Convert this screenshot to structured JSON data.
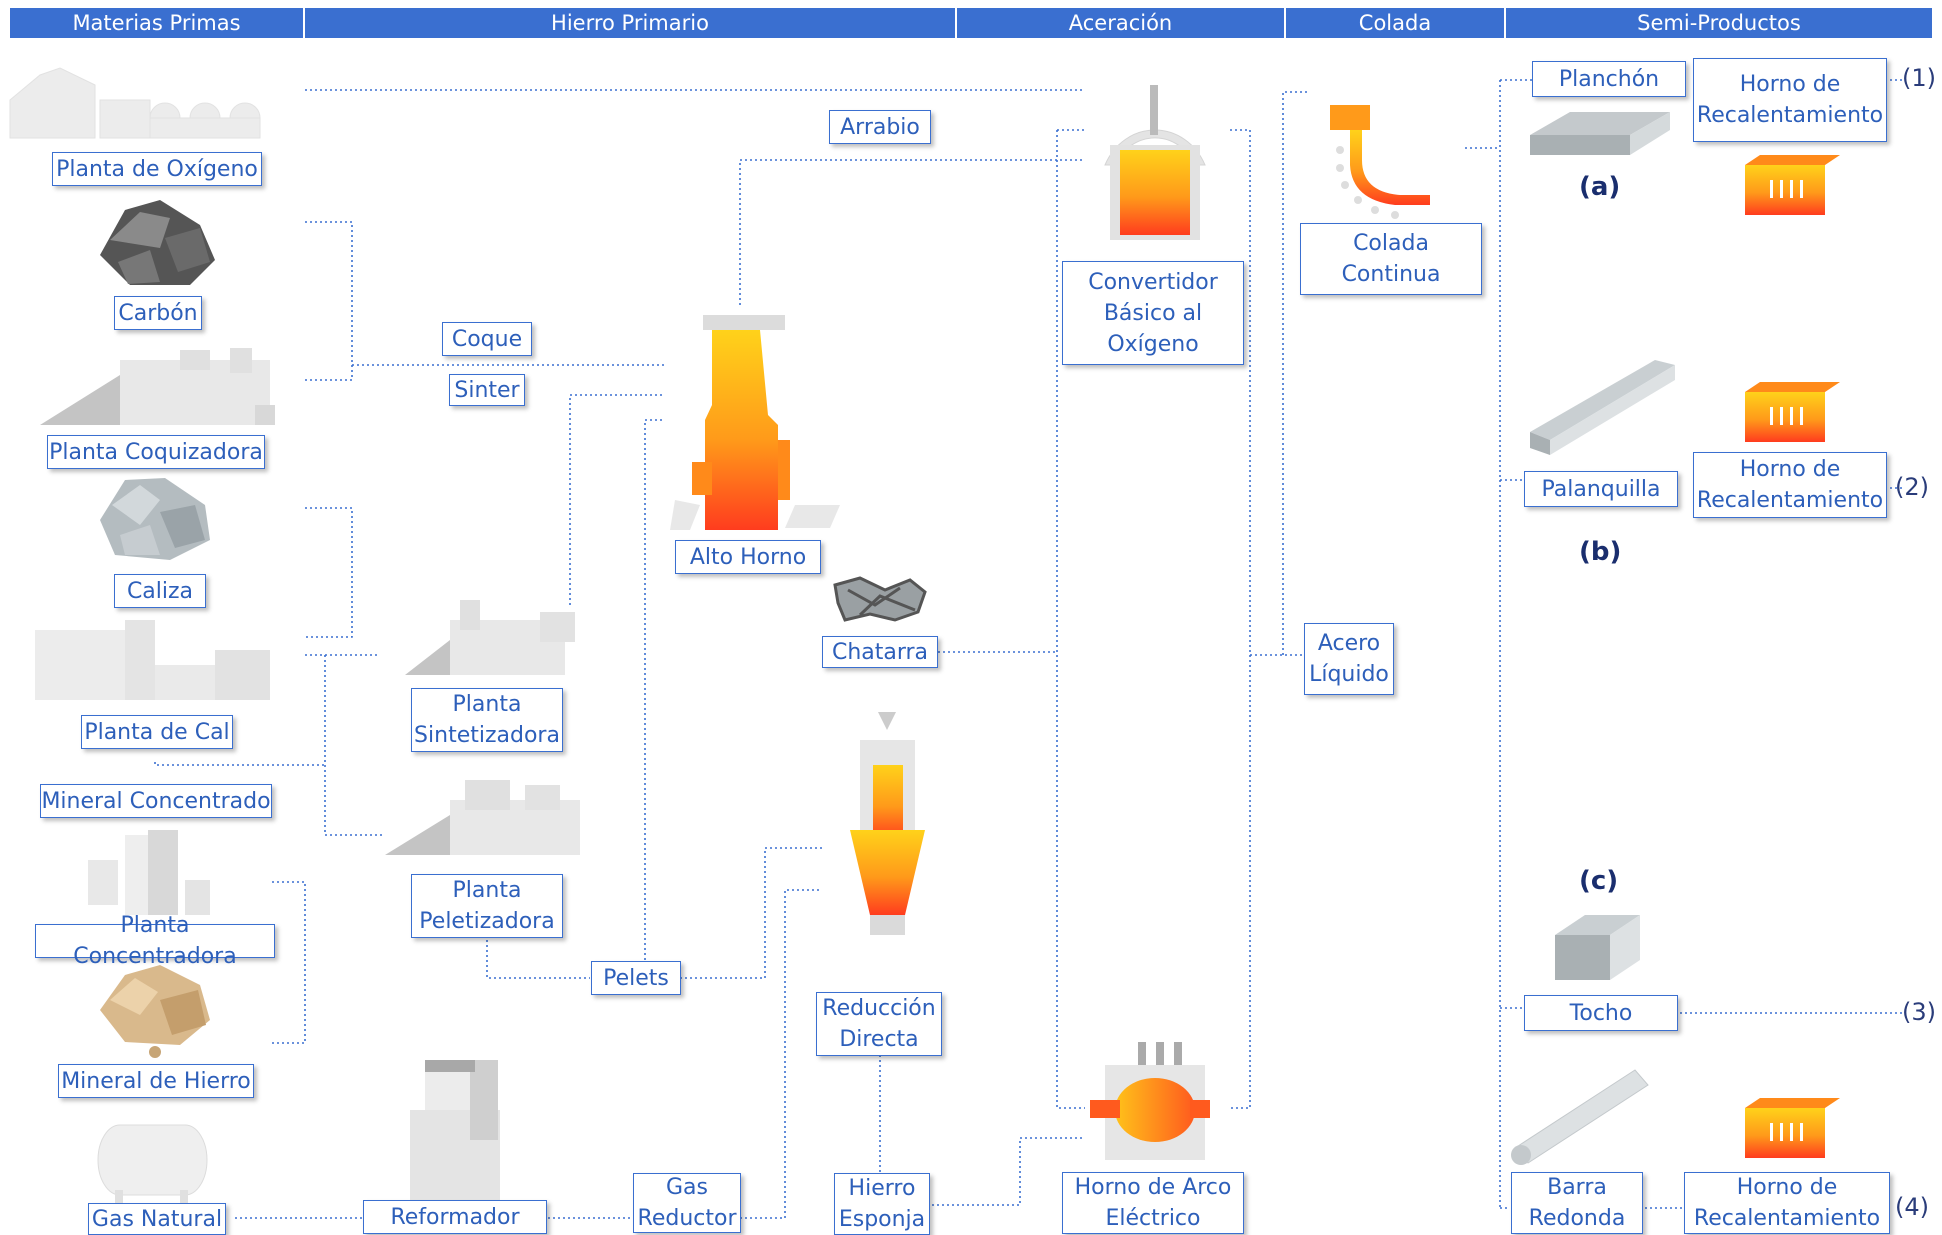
{
  "headers": [
    "Materias Primas",
    "Hierro Primario",
    "Aceración",
    "Colada",
    "Semi-Productos"
  ],
  "nodes": {
    "planta_oxigeno": "Planta de Oxígeno",
    "carbon": "Carbón",
    "planta_coquizadora": "Planta Coquizadora",
    "caliza": "Caliza",
    "planta_cal": "Planta de Cal",
    "mineral_concentrado": "Mineral Concentrado",
    "planta_concentradora": "Planta Concentradora",
    "mineral_hierro": "Mineral de Hierro",
    "gas_natural": "Gas Natural",
    "coque": "Coque",
    "sinter": "Sinter",
    "planta_sintetizadora": "Planta\nSintetizadora",
    "planta_peletizadora": "Planta\nPeletizadora",
    "pelets": "Pelets",
    "reformador": "Reformador",
    "gas_reductor": "Gas\nReductor",
    "arrabio": "Arrabio",
    "alto_horno": "Alto Horno",
    "chatarra": "Chatarra",
    "reduccion_directa": "Reducción\nDirecta",
    "hierro_esponja": "Hierro\nEsponja",
    "convertidor": "Convertidor\nBásico al\nOxígeno",
    "horno_arco": "Horno de Arco\nEléctrico",
    "colada_continua": "Colada\nContinua",
    "acero_liquido": "Acero\nLíquido",
    "planchon": "Planchón",
    "palanquilla": "Palanquilla",
    "tocho": "Tocho",
    "barra_redonda": "Barra\nRedonda",
    "horno_recal_1": "Horno de\nRecalentamiento",
    "horno_recal_2": "Horno de\nRecalentamiento",
    "horno_recal_4": "Horno de\nRecalentamiento"
  },
  "tags": {
    "a": "(a)",
    "b": "(b)",
    "c": "(c)"
  },
  "numbers": {
    "n1": "(1)",
    "n2": "(2)",
    "n3": "(3)",
    "n4": "(4)"
  },
  "colors": {
    "header": "#3a6fd0",
    "box_border": "#3a6fd0",
    "box_text": "#2d5fba",
    "connector": "#3a6fd0",
    "molten_hot": "#ff3c1e",
    "molten_warm": "#ffc21a"
  }
}
